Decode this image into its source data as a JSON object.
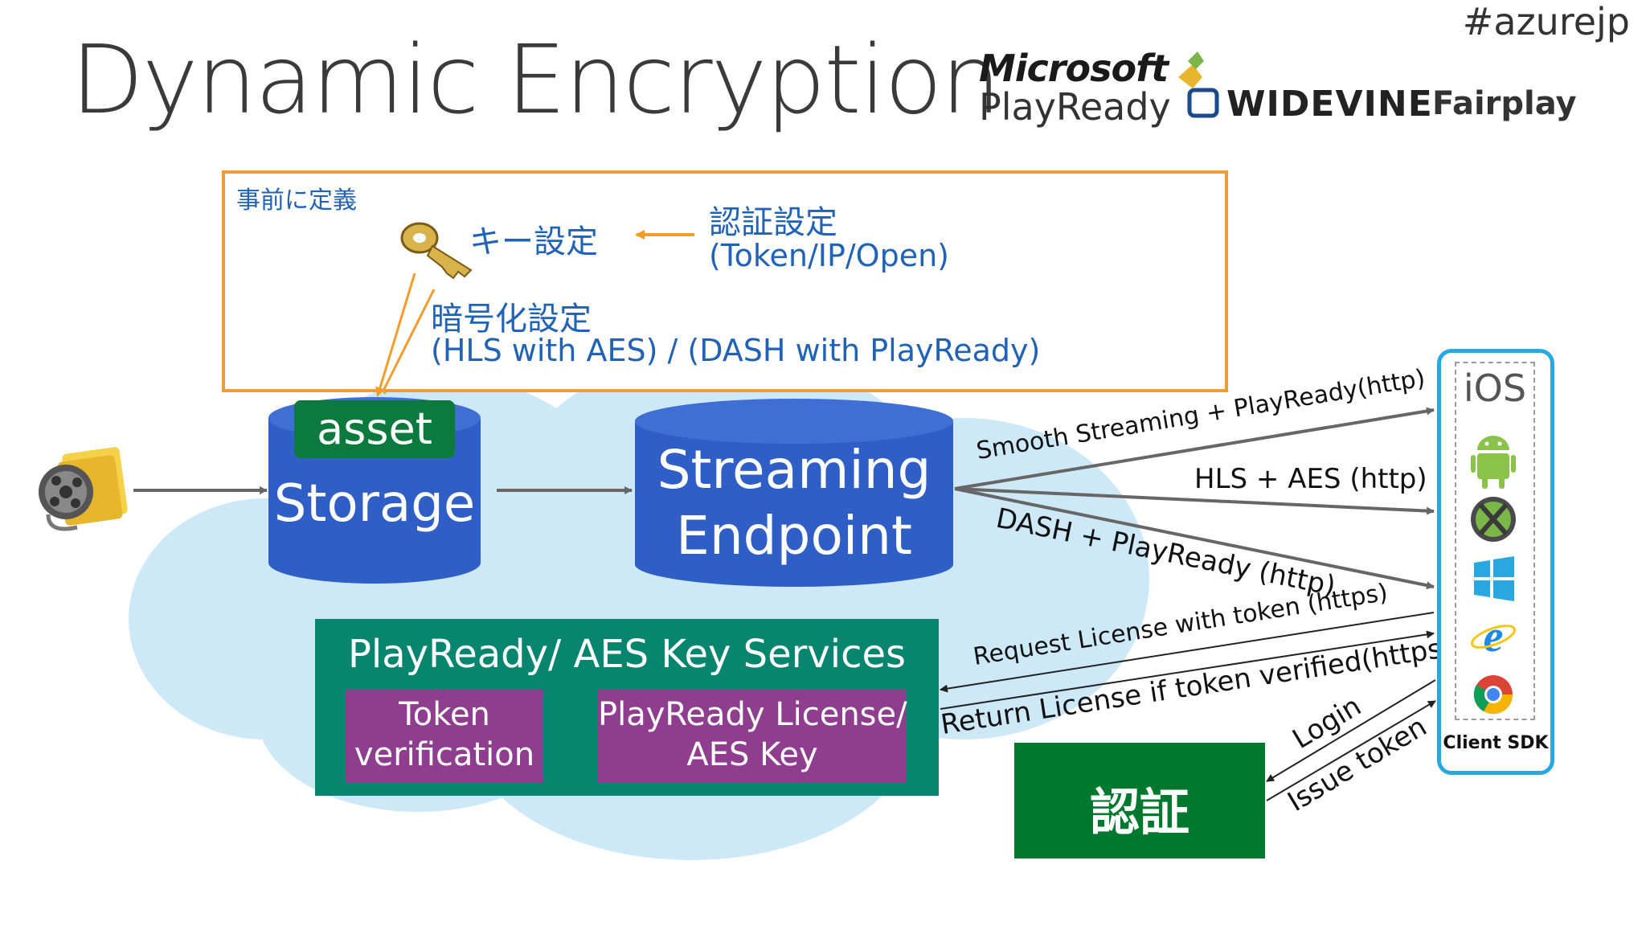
{
  "title": "Dynamic Encryption",
  "hashtag": "#azurejp",
  "logos": {
    "microsoft": "Microsoft",
    "playready": "PlayReady",
    "widevine": "WIDEVINE",
    "fairplay": "Fairplay"
  },
  "predefined": {
    "label": "事前に定義",
    "key_setting": "キー設定",
    "auth_setting": "認証設定",
    "auth_setting_detail": "(Token/IP/Open)",
    "encryption_setting": "暗号化設定",
    "encryption_setting_detail": "(HLS with AES) / (DASH with PlayReady)"
  },
  "storage": {
    "asset_label": "asset",
    "label": "Storage"
  },
  "streaming_endpoint": {
    "line1": "Streaming",
    "line2": "Endpoint"
  },
  "flows": {
    "smooth": "Smooth Streaming + PlayReady(http)",
    "hls": "HLS + AES (http)",
    "dash": "DASH + PlayReady (http)",
    "request": "Request License with token (https)",
    "return": "Return License if token verified(https)",
    "login": "Login",
    "issue": "Issue token"
  },
  "key_services": {
    "title": "PlayReady/ AES Key Services",
    "token_line1": "Token",
    "token_line2": "verification",
    "license_line1": "PlayReady License/",
    "license_line2": "AES Key"
  },
  "auth": {
    "label": "認証"
  },
  "client": {
    "label": "Client SDK",
    "ios": "iOS"
  },
  "colors": {
    "orange_border": "#f39c2a",
    "blue_text": "#2062b5",
    "cylinder_blue": "#2f5fc6",
    "asset_green": "#0b7a3c",
    "teal": "#08856e",
    "purple": "#8f3d8f",
    "auth_green": "#00782e",
    "cloud": "#cde9f8",
    "client_border": "#29a8e0"
  }
}
